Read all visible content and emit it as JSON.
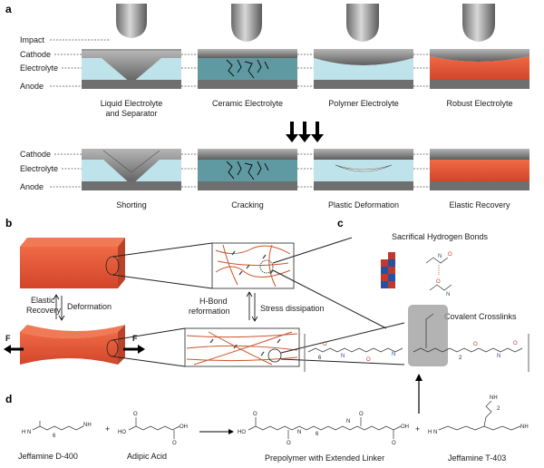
{
  "panels": {
    "a": "a",
    "b": "b",
    "c": "c",
    "d": "d"
  },
  "layers": {
    "impact": "Impact",
    "cathode": "Cathode",
    "electrolyte": "Electrolyte",
    "anode": "Anode"
  },
  "top_captions": [
    "Liquid Electrolyte",
    "and Separator",
    "Ceramic Electrolyte",
    "Polymer Electrolyte",
    "Robust Electrolyte"
  ],
  "bottom_captions": [
    "Shorting",
    "Cracking",
    "Plastic Deformation",
    "Elastic Recovery"
  ],
  "panel_b": {
    "elastic": "Elastic",
    "recovery": "Recovery",
    "deformation": "Deformation",
    "hbond": "H-Bond",
    "reformation": "reformation",
    "stress": "Stress dissipation",
    "force": "F"
  },
  "panel_c": {
    "hydrogen_bonds": "Sacrifical Hydrogen Bonds",
    "crosslinks": "Covalent Crosslinks"
  },
  "panel_d": {
    "jeffamine_d400": "Jeffamine D-400",
    "adipic": "Adipic Acid",
    "prepolymer": "Prepolymer with Extended Linker",
    "jeffamine_t403": "Jeffamine T-403",
    "plus": "+",
    "nh2": "NH",
    "h2n": "H N",
    "sub2": "2",
    "ho": "HO",
    "oh": "OH",
    "o": "O",
    "n": "N",
    "h": "H",
    "six": "6",
    "x2": "2"
  },
  "colors": {
    "electrolyte_liquid": "#bfe3ea",
    "ceramic": "#5f9aa3",
    "polymer": "#bfe3ea",
    "robust": "#e4573a",
    "metal": "#7d7d7d"
  }
}
